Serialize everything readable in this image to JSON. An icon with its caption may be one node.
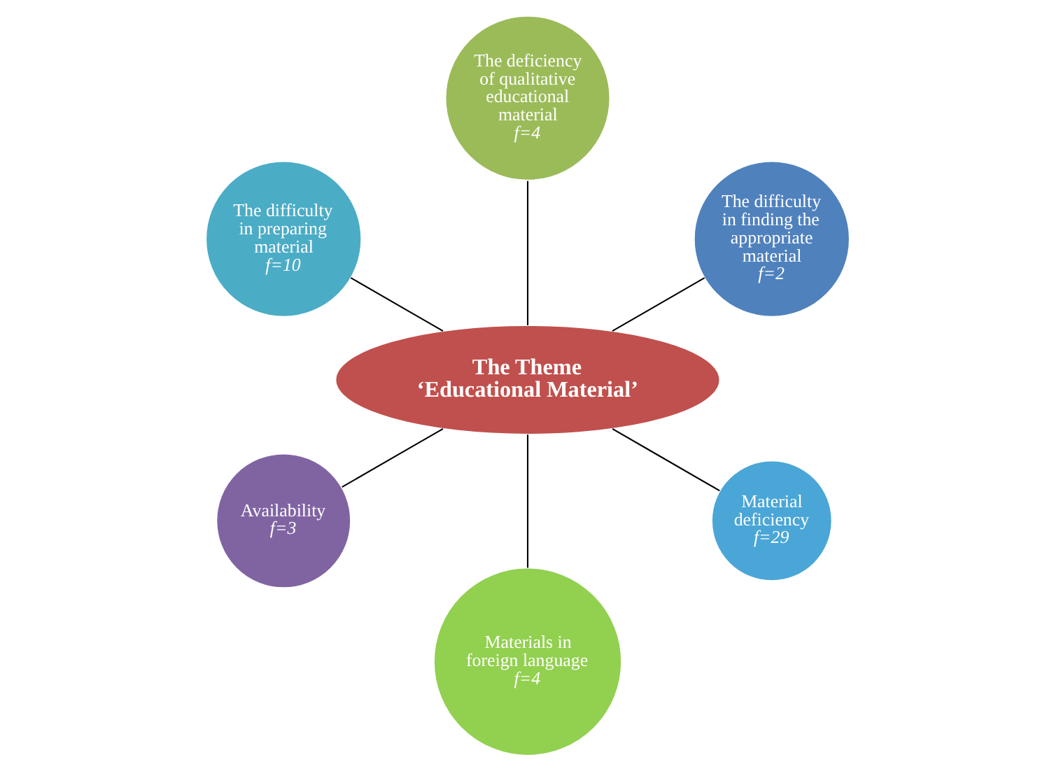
{
  "diagram": {
    "nodes": [
      {
        "text": [
          "The difficulty in finding the appropriate material",
          "f=2"
        ]
      },
      {
        "text": [
          "The deficiency of qualitative educational material",
          "f=4"
        ]
      },
      {
        "text": [
          "The difficulty in preparing material",
          "f=10"
        ]
      },
      {
        "text": [
          "The Theme",
          "‘Educational Material’"
        ]
      },
      {
        "text": [
          "Availability",
          "f=3"
        ]
      },
      {
        "text": [
          "Materials in foreign language",
          "f=4"
        ]
      },
      {
        "text": [
          "Material deficiency",
          "f=29"
        ]
      }
    ],
    "edges": [
      {
        "from": 3,
        "to": 0,
        "arrow": "none"
      },
      {
        "from": 3,
        "to": 1,
        "arrow": "none"
      },
      {
        "from": 3,
        "to": 2,
        "arrow": "none"
      },
      {
        "from": 3,
        "to": 4,
        "arrow": "none"
      },
      {
        "from": 3,
        "to": 5,
        "arrow": "none"
      },
      {
        "from": 3,
        "to": 6,
        "arrow": "none"
      }
    ]
  }
}
